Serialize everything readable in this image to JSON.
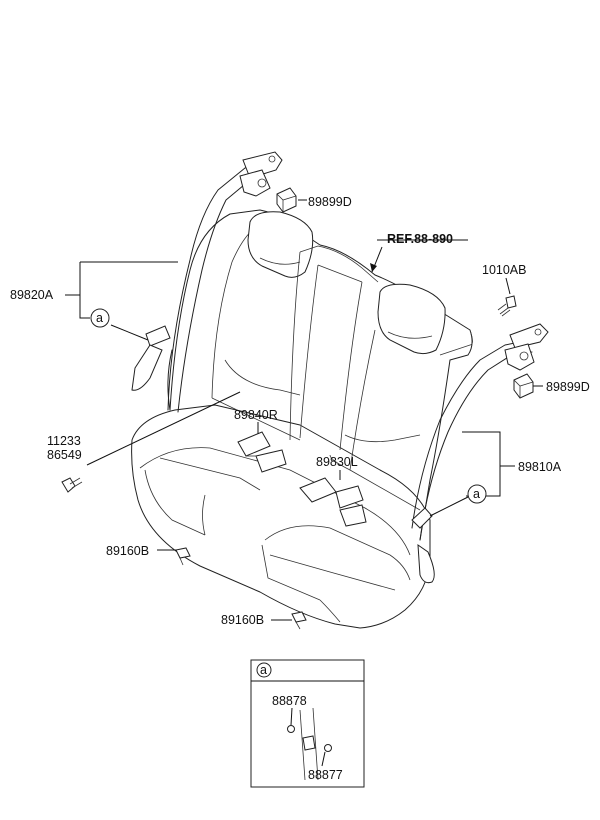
{
  "labels": {
    "p89899D_top": "89899D",
    "ref": "REF.88-890",
    "p1010AB": "1010AB",
    "p89820A": "89820A",
    "p89899D_right": "89899D",
    "p89840R": "89840R",
    "p11233": "11233",
    "p86549": "86549",
    "p89830L": "89830L",
    "p89810A": "89810A",
    "p89160B_left": "89160B",
    "p89160B_bottom": "89160B",
    "callout_a_left": "a",
    "callout_a_right": "a",
    "inset_a": "a",
    "p88878": "88878",
    "p88877": "88877"
  }
}
